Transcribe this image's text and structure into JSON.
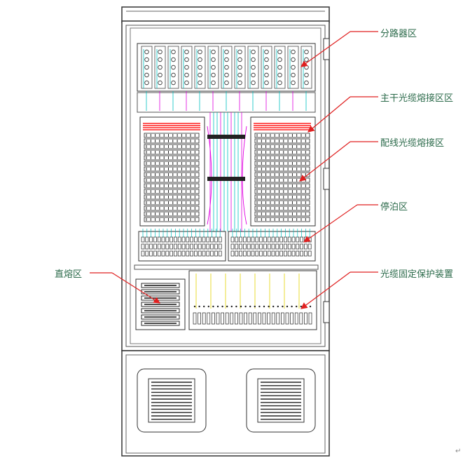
{
  "labels": {
    "splitter_zone": "分路器区",
    "trunk_splice_zone": "主干光缆熔接区区",
    "distribution_splice_zone": "配线光缆熔接区",
    "parking_zone": "停泊区",
    "direct_splice_zone": "直熔区",
    "cable_fixing_device": "光缆固定保护装置"
  },
  "footer_mark": "↵",
  "colors": {
    "outline": "#333333",
    "callout_arrow": "#e02020",
    "trunk_fiber": "#ff2020",
    "patch_fiber": "#e000e0",
    "jumper_fiber": "#00c0c0",
    "pigtail_fiber": "#e8d820",
    "label_text": "#2b6a4a"
  }
}
